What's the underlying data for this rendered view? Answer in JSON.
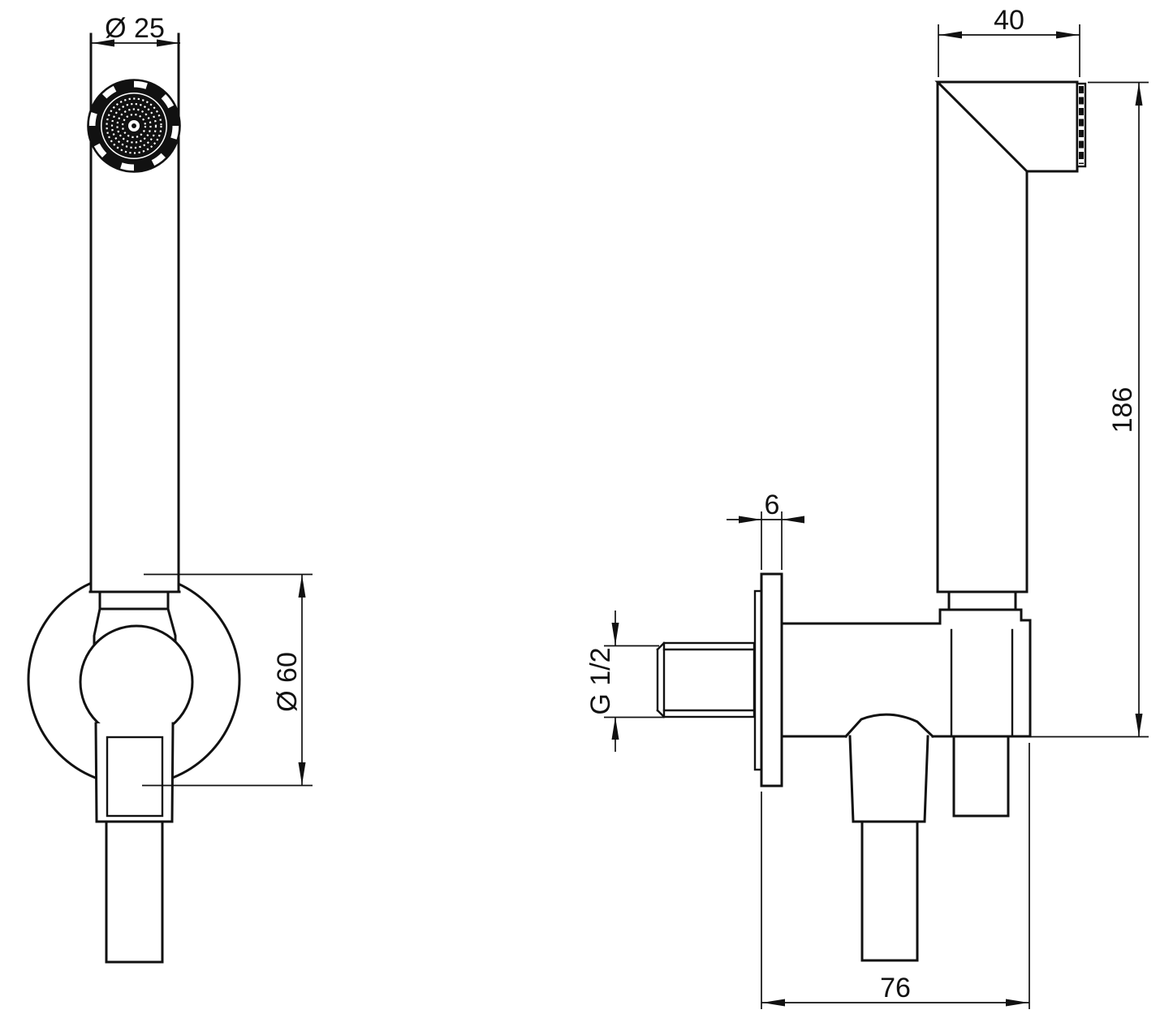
{
  "drawing": {
    "type": "technical-dimension-drawing",
    "subject": "hand shower with wall bracket and angle valve, front and side views",
    "colors": {
      "line": "#111111",
      "background": "#ffffff"
    },
    "dimensions": {
      "head_diameter": "Ø 25",
      "rosette_diameter": "Ø 60",
      "head_width": "40",
      "overall_height": "186",
      "flange_thickness": "6",
      "thread_size": "G 1/2",
      "body_depth": "76"
    }
  }
}
